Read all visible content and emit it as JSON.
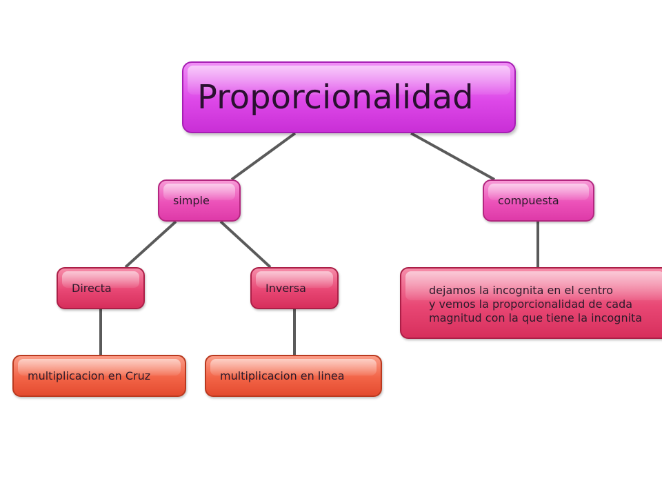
{
  "title": "Proporcionalidad",
  "nodes": {
    "simple": "simple",
    "compuesta": "compuesta",
    "directa": "Directa",
    "inversa": "Inversa",
    "cruz": "multiplicacion en Cruz",
    "linea": "multiplicacion en linea",
    "centro_lines": [
      "dejamos la incognita en el centro",
      "y vemos la proporcionalidad de cada",
      "magnitud con la que tiene la incognita"
    ]
  },
  "colors": {
    "root": "#dd48e8",
    "level1": "#ec52b9",
    "level2": "#e84774",
    "level3": "#f26447",
    "connector": "#5a5a5a"
  }
}
